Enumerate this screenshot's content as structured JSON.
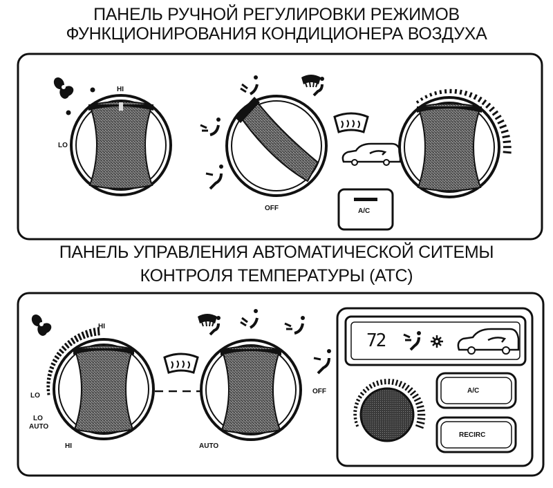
{
  "headings": {
    "manual": [
      "ПАНЕЛЬ РУЧНОЙ РЕГУЛИРОВКИ РЕЖИМОВ",
      "ФУНКЦИОНИРОВАНИЯ КОНДИЦИОНЕРА ВОЗДУХА"
    ],
    "atc": [
      "ПАНЕЛЬ УПРАВЛЕНИЯ АВТОМАТИЧЕСКОЙ СИТЕМЫ",
      "КОНТРОЛЯ ТЕМПЕРАТУРЫ (АТС)"
    ]
  },
  "manual_panel": {
    "fan_knob": {
      "hi": "HI",
      "lo": "LO",
      "icon": "fan-icon"
    },
    "mode_knob": {
      "off": "OFF",
      "icons": [
        "face-vent-icon",
        "defrost-floor-icon",
        "bilevel-icon",
        "floor-icon"
      ]
    },
    "defrost_icon": "rear-defrost-icon",
    "recirc_icon": "recirc-car-icon",
    "ac_button": "A/C",
    "temp_knob": {
      "scale_icon": "temperature-scale-icon"
    }
  },
  "atc_panel": {
    "fan_knob": {
      "hi_top": "HI",
      "lo": "LO",
      "lo_auto": [
        "LO",
        "AUTO"
      ],
      "hi_bottom": "HI",
      "icon": "fan-icon"
    },
    "mode_knob": {
      "auto": "AUTO",
      "off": "OFF",
      "icons": [
        "defrost-floor-icon",
        "face-vent-icon",
        "bilevel-icon",
        "floor-icon"
      ]
    },
    "defrost_icon": "rear-defrost-icon",
    "display": {
      "temperature": "72",
      "icons": [
        "floor-vent-icon",
        "sun-icon",
        "recirc-car-icon"
      ]
    },
    "ac_button": "A/C",
    "recirc_button": "RECIRC"
  }
}
